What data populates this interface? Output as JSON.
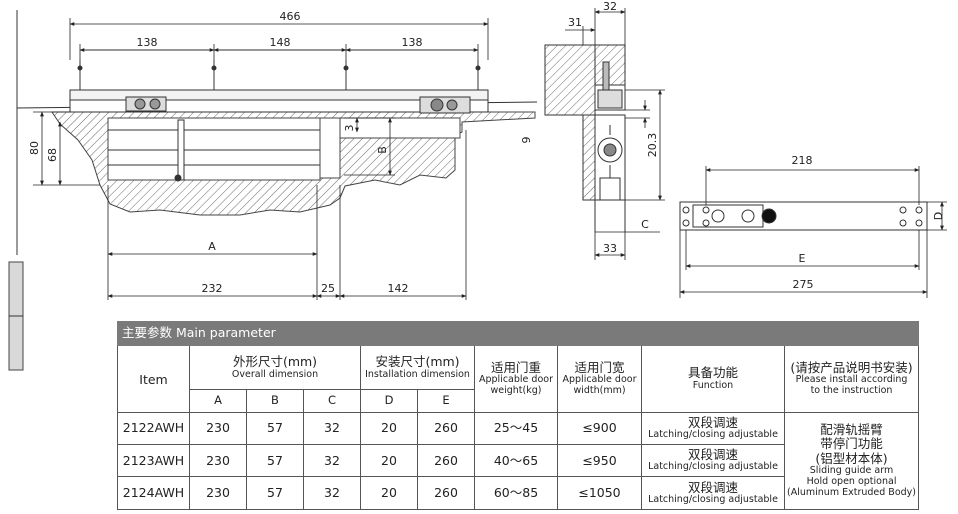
{
  "dimensions": {
    "total_466": "466",
    "seg_138_left": "138",
    "seg_148": "148",
    "seg_138_right": "138",
    "h_80": "80",
    "h_68": "68",
    "h_3": "3",
    "label_B": "B",
    "label_A": "A",
    "w_232": "232",
    "w_25": "25",
    "w_142": "142",
    "side_31": "31",
    "side_32": "32",
    "side_9": "9",
    "side_20_3": "20.3",
    "label_C": "C",
    "side_33": "33",
    "plate_218": "218",
    "label_D": "D",
    "label_E": "E",
    "plate_275": "275"
  },
  "table": {
    "title": "主要参数 Main parameter",
    "headers": {
      "item": "Item",
      "overall_cn": "外形尺寸(mm)",
      "overall_en": "Overall dimension",
      "install_cn": "安装尺寸(mm)",
      "install_en": "Installation dimension",
      "weight_cn": "适用门重",
      "weight_en1": "Applicable door",
      "weight_en2": "weight(kg)",
      "width_cn": "适用门宽",
      "width_en1": "Applicable door",
      "width_en2": "width(mm)",
      "function_cn": "具备功能",
      "function_en": "Function",
      "note_cn": "(请按产品说明书安装)",
      "note_en1": "Please install according",
      "note_en2": "to the instruction",
      "sub_A": "A",
      "sub_B": "B",
      "sub_C": "C",
      "sub_D": "D",
      "sub_E": "E"
    },
    "rows": [
      {
        "item": "2122AWH",
        "A": "230",
        "B": "57",
        "C": "32",
        "D": "20",
        "E": "260",
        "weight": "25～45",
        "width": "≤900",
        "func_cn": "双段调速",
        "func_en": "Latching/closing adjustable"
      },
      {
        "item": "2123AWH",
        "A": "230",
        "B": "57",
        "C": "32",
        "D": "20",
        "E": "260",
        "weight": "40～65",
        "width": "≤950",
        "func_cn": "双段调速",
        "func_en": "Latching/closing adjustable"
      },
      {
        "item": "2124AWH",
        "A": "230",
        "B": "57",
        "C": "32",
        "D": "20",
        "E": "260",
        "weight": "60～85",
        "width": "≤1050",
        "func_cn": "双段调速",
        "func_en": "Latching/closing adjustable"
      }
    ],
    "notes": {
      "cn1": "配滑轨摇臂",
      "cn2": "带停门功能",
      "cn3": "(铝型材本体)",
      "en1": "Sliding guide arm",
      "en2": "Hold open optional",
      "en3": "(Aluminum Extruded Body)"
    }
  }
}
